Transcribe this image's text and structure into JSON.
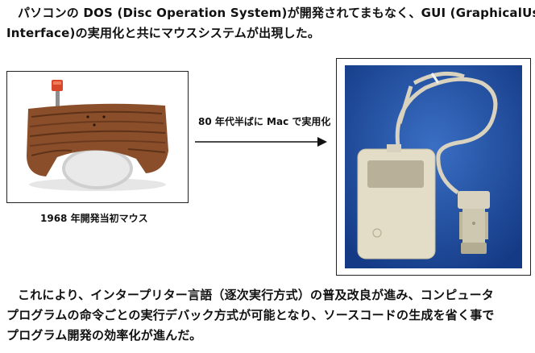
{
  "intro_paragraph": {
    "line1": "パソコンの DOS (Disc Operation System)が開発されてまもなく、GUI (GraphicalUser",
    "line2": "Interface)の実用化と共にマウスシステムが出現した。"
  },
  "left_figure": {
    "caption": "1968 年開発当初マウス"
  },
  "arrow": {
    "label": "80 年代半ばに Mac で実用化"
  },
  "right_figure": {},
  "closing_paragraph": {
    "line1": "これにより、インタープリター言語（逐次実行方式）の普及改良が進み、コンピュータ",
    "line2": "プログラムの命令ごとの実行デバック方式が可能となり、ソースコードの生成を省く事で",
    "line3": "プログラム開発の効率化が進んだ。"
  },
  "colors": {
    "wood": "#8a4f2a",
    "wood_dark": "#5e3218",
    "button_red": "#d9472b",
    "photo_blue": "#1f4fa8",
    "mouse_beige": "#e3dcc6"
  }
}
